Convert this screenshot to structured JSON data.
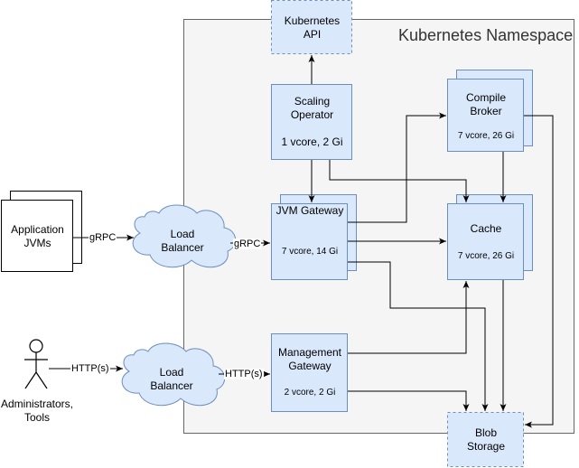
{
  "namespace": {
    "title": "Kubernetes Namespace"
  },
  "nodes": {
    "k8s_api": {
      "line1": "Kubernetes",
      "line2": "API"
    },
    "scaling_operator": {
      "line1": "Scaling",
      "line2": "Operator",
      "spec": "1 vcore, 2 Gi"
    },
    "compile_broker": {
      "line1": "Compile",
      "line2": "Broker",
      "spec": "7 vcore, 26 Gi"
    },
    "jvm_gateway": {
      "title": "JVM Gateway",
      "spec": "7 vcore, 14 Gi"
    },
    "cache": {
      "title": "Cache",
      "spec": "7 vcore, 26 Gi"
    },
    "management_gateway": {
      "line1": "Management",
      "line2": "Gateway",
      "spec": "2 vcore, 2 Gi"
    },
    "blob_storage": {
      "line1": "Blob",
      "line2": "Storage"
    },
    "application_jvms": {
      "line1": "Application",
      "line2": "JVMs"
    },
    "load_balancer_top": {
      "line1": "Load",
      "line2": "Balancer"
    },
    "load_balancer_bottom": {
      "line1": "Load",
      "line2": "Balancer"
    },
    "administrators": {
      "line1": "Administrators,",
      "line2": "Tools"
    }
  },
  "edge_labels": {
    "grpc_left": "gRPC",
    "grpc_right": "gRPC",
    "http_left": "HTTP(s)",
    "http_right": "HTTP(s)"
  },
  "colors": {
    "node_fill": "#dae8fc",
    "node_stroke": "#6c8ebf",
    "namespace_fill": "#f5f5f5",
    "namespace_stroke": "#666666",
    "edge": "#000000"
  }
}
